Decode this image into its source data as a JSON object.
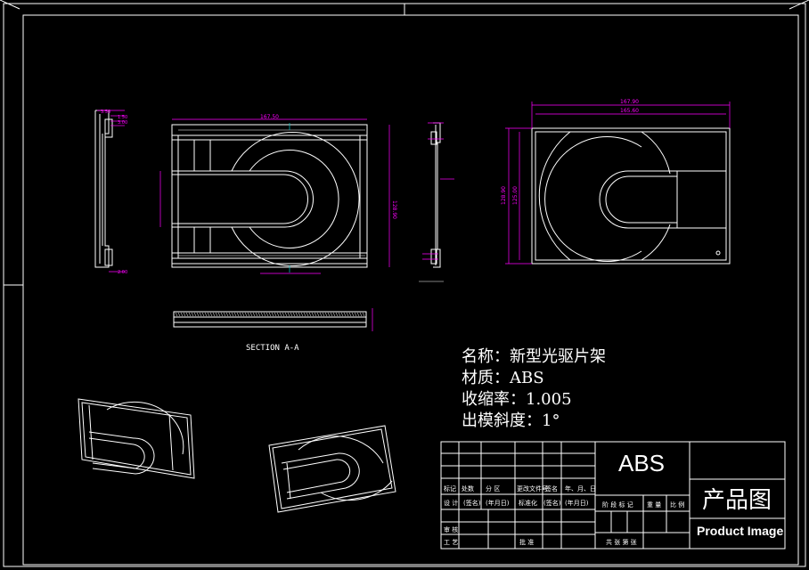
{
  "section_label": "SECTION A-A",
  "specs": {
    "name": "名称：新型光驱片架",
    "material": "材质：ABS",
    "shrinkage": "收缩率：1.005",
    "draft": "出模斜度：1°"
  },
  "title_block": {
    "material": "ABS",
    "title": "产品图",
    "subtitle": "Product Image",
    "labels": {
      "mark": "标记",
      "count": "处数",
      "zone": "分 区",
      "change_doc": "更改文件号",
      "sign": "签名",
      "date": "年、月、日",
      "design": "设 计",
      "sign2": "(签名)",
      "date2": "(年月日)",
      "standard": "标准化",
      "sign3": "(签名)",
      "date3": "(年月日)",
      "stage_mark": "阶 段 标 记",
      "weight": "重 量",
      "scale": "比 例",
      "review": "审 核",
      "process": "工 艺",
      "approve": "批 准",
      "sheets": "共   张   第   张"
    }
  },
  "dimensions": {
    "top_width_1": "167.90",
    "top_width_2": "165.60",
    "height_1": "128.90",
    "height_2": "125.00",
    "front_width": "167.50",
    "front_height": "128.90",
    "side_1": "3.50",
    "side_2": "1.50",
    "side_3": "3.00",
    "side_4": "2.00"
  },
  "colors": {
    "line": "#ffffff",
    "dim": "#ff00ff",
    "aux": "#00c8c8",
    "background": "#000000"
  }
}
